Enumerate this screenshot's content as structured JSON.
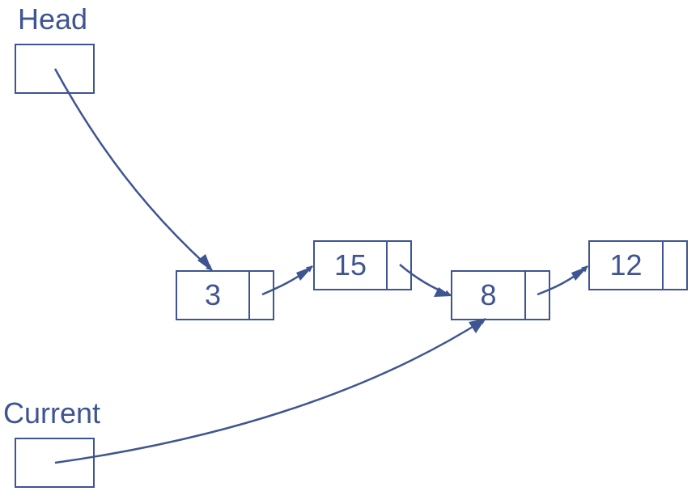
{
  "diagram": {
    "type": "linked-list",
    "pointers": [
      {
        "id": "head",
        "label": "Head",
        "points_to": "node-8-index-0"
      },
      {
        "id": "current",
        "label": "Current",
        "points_to": "node-index-2"
      }
    ],
    "nodes": [
      {
        "index": 0,
        "value": "3"
      },
      {
        "index": 1,
        "value": "15"
      },
      {
        "index": 2,
        "value": "8"
      },
      {
        "index": 3,
        "value": "12"
      }
    ],
    "edges": [
      {
        "from": "Head",
        "to": "3"
      },
      {
        "from": "3",
        "to": "15"
      },
      {
        "from": "15",
        "to": "8"
      },
      {
        "from": "8",
        "to": "12"
      },
      {
        "from": "Current",
        "to": "8"
      }
    ],
    "colors": {
      "stroke": "#3f5591",
      "background": "#ffffff"
    }
  }
}
